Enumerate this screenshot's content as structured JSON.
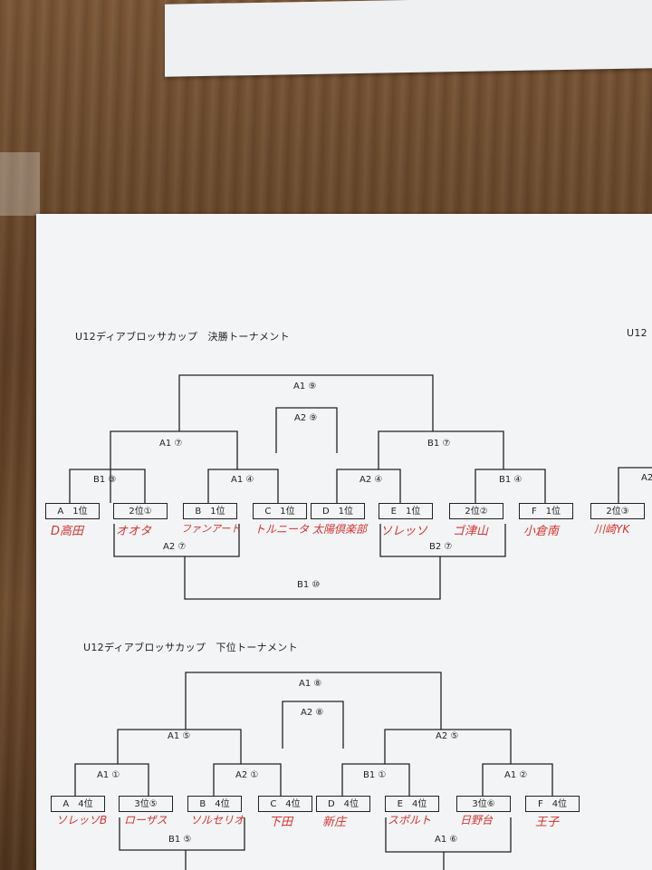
{
  "upper": {
    "title": "U12ディアブロッサカップ　決勝トーナメント",
    "right_title_fragment": "U12",
    "match_labels": {
      "final": "A1 ⑨",
      "third_place": "A2 ⑨",
      "semi_left": "A1 ⑦",
      "semi_right": "B1 ⑦",
      "qf1": "B1 ③",
      "qf2": "A1 ④",
      "qf3": "A2 ④",
      "qf4": "B1 ④",
      "qf5_partial": "A2",
      "lower_left": "A2 ⑦",
      "lower_right": "B2 ⑦",
      "lower_final": "B1 ⑩"
    },
    "slots": [
      {
        "seed": "A　1位",
        "team": "D高田"
      },
      {
        "seed": "2位①",
        "team": "オオタ"
      },
      {
        "seed": "B　1位",
        "team": "ファンアート"
      },
      {
        "seed": "C　1位",
        "team": "トルニータ"
      },
      {
        "seed": "D　1位",
        "team": "太陽倶楽部"
      },
      {
        "seed": "E　1位",
        "team": "ソレッソ"
      },
      {
        "seed": "2位②",
        "team": "ゴ津山"
      },
      {
        "seed": "F　1位",
        "team": "小倉南"
      },
      {
        "seed": "2位③",
        "team": "川崎YK"
      }
    ]
  },
  "lower": {
    "title": "U12ディアブロッサカップ　下位トーナメント",
    "match_labels": {
      "final": "A1 ⑧",
      "third_place": "A2 ⑧",
      "semi_left": "A1 ⑤",
      "semi_right": "A2 ⑤",
      "qf1": "A1 ①",
      "qf2": "A2 ①",
      "qf3": "B1 ①",
      "qf4": "A1 ②",
      "bottom_left": "B1 ⑤",
      "bottom_right": "A1 ⑥"
    },
    "slots": [
      {
        "seed": "A　4位",
        "team": "ソレッソB"
      },
      {
        "seed": "3位⑤",
        "team": "ローザス"
      },
      {
        "seed": "B　4位",
        "team": "ソルセリオ"
      },
      {
        "seed": "C　4位",
        "team": "下田"
      },
      {
        "seed": "D　4位",
        "team": "新庄"
      },
      {
        "seed": "E　4位",
        "team": "スポルト"
      },
      {
        "seed": "3位⑥",
        "team": "日野台"
      },
      {
        "seed": "F　4位",
        "team": "王子"
      }
    ]
  },
  "colors": {
    "ink": "#222222",
    "handwriting": "#d6332f",
    "paper": "#f3f4f5"
  }
}
